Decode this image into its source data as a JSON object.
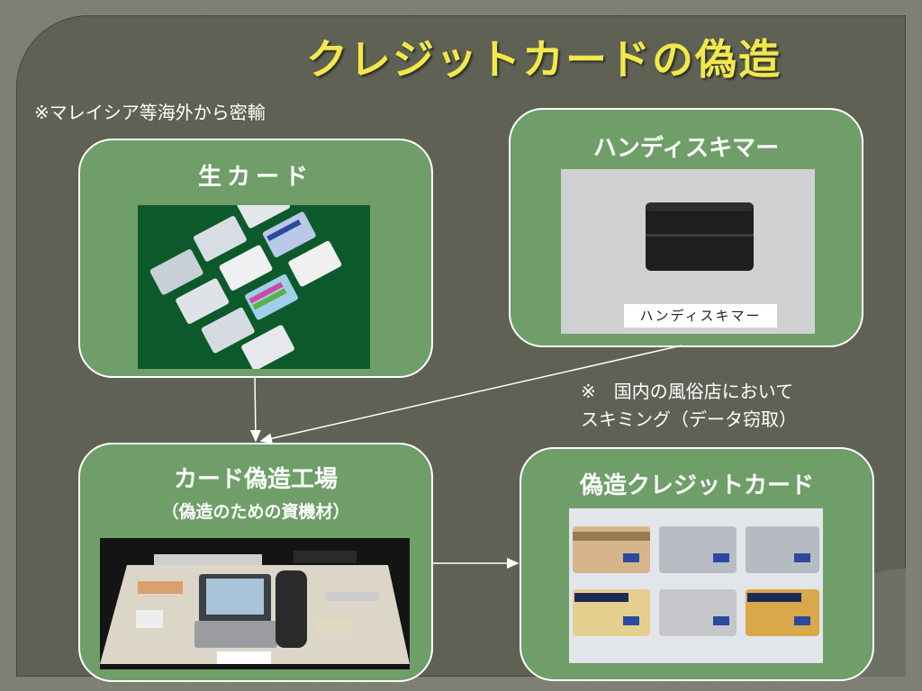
{
  "slide": {
    "title": "クレジットカードの偽造",
    "note_top_left": "※マレイシア等海外から密輸",
    "note_right_line1": "※　国内の風俗店において",
    "note_right_line2": "スキミング（データ窃取）"
  },
  "boxes": {
    "raw_card": {
      "title": "生カード"
    },
    "skimmer": {
      "title": "ハンディスキマー",
      "photo_label": "ハンディスキマー"
    },
    "factory": {
      "title": "カード偽造工場",
      "subtitle": "（偽造のための資機材）"
    },
    "forged": {
      "title": "偽造クレジットカード"
    }
  },
  "colors": {
    "background": "#5e6154",
    "title": "#f2e84a",
    "box_fill": "#6f9e69",
    "box_border": "#ffffff"
  }
}
